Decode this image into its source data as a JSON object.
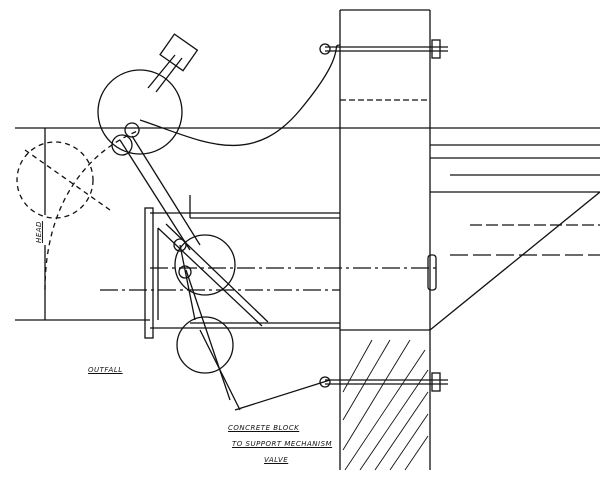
{
  "labels": {
    "outfall": "OUTFALL",
    "concrete_line1": "CONCRETE BLOCK",
    "concrete_line2": "TO SUPPORT MECHANISM",
    "concrete_line3": "VALVE",
    "head": "HEAD"
  },
  "colors": {
    "ink": "#111111",
    "paper": "#ffffff"
  }
}
